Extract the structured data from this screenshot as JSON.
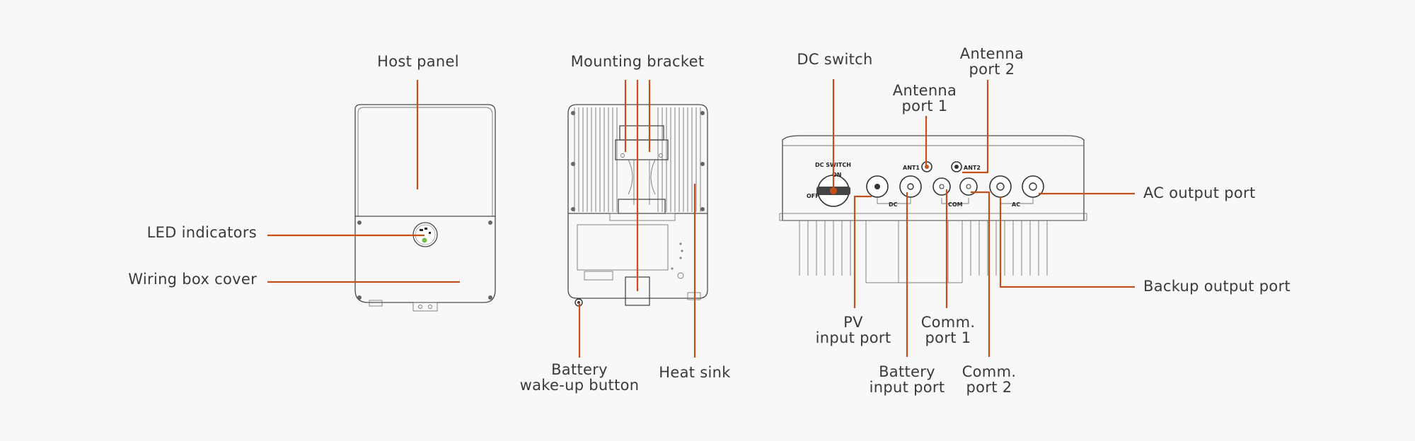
{
  "colors": {
    "leader": "#c4501a",
    "outline": "#4a4a4a",
    "background": "#f8f8f8",
    "led_green": "#6cc04a"
  },
  "views": {
    "front": {
      "labels": {
        "host_panel": "Host panel",
        "led_indicators": "LED indicators",
        "wiring_box_cover": "Wiring box cover"
      }
    },
    "back": {
      "labels": {
        "mounting_bracket": "Mounting bracket",
        "battery_wakeup_line1": "Battery",
        "battery_wakeup_line2": "wake-up button",
        "heat_sink": "Heat sink"
      }
    },
    "bottom": {
      "labels": {
        "dc_switch": "DC switch",
        "antenna_port_1_line1": "Antenna",
        "antenna_port_1_line2": "port 1",
        "antenna_port_2_line1": "Antenna",
        "antenna_port_2_line2": "port 2",
        "ac_output_port": "AC output port",
        "backup_output_port": "Backup output port",
        "pv_input_line1": "PV",
        "pv_input_line2": "input port",
        "battery_input_line1": "Battery",
        "battery_input_line2": "input port",
        "comm_port_1_line1": "Comm.",
        "comm_port_1_line2": "port 1",
        "comm_port_2_line1": "Comm.",
        "comm_port_2_line2": "port 2"
      },
      "printed_marks": {
        "dc_switch_text": "DC SWITCH",
        "on_text": "ON",
        "off_text": "OFF",
        "ant1": "ANT1",
        "ant2": "ANT2",
        "dc": "DC",
        "com": "COM",
        "ac": "AC"
      }
    }
  }
}
